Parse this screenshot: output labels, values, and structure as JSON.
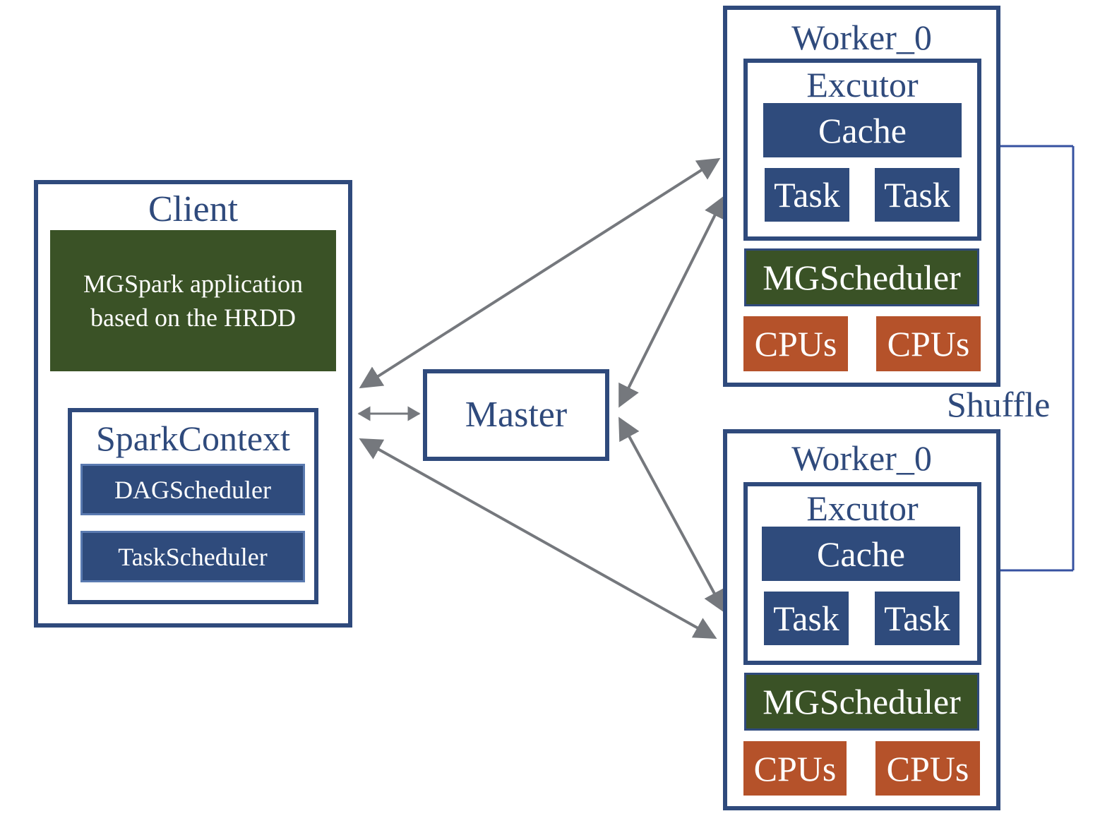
{
  "colors": {
    "navy": "#2f4a7c",
    "blue_box": "#2f4b7c",
    "green_box": "#3a5226",
    "orange_box": "#b5522a",
    "arrow_gray": "#75787d"
  },
  "client": {
    "title": "Client",
    "app_line1": "MGSpark application",
    "app_line2": "based on the HRDD",
    "spark_context": {
      "title": "SparkContext",
      "dag": "DAGScheduler",
      "task_sched": "TaskScheduler"
    }
  },
  "master": {
    "label": "Master"
  },
  "shuffle": {
    "label": "Shuffle"
  },
  "workers": [
    {
      "title": "Worker_0",
      "executor": "Excutor",
      "cache": "Cache",
      "task1": "Task",
      "task2": "Task",
      "scheduler": "MGScheduler",
      "cpu1": "CPUs",
      "cpu2": "CPUs"
    },
    {
      "title": "Worker_0",
      "executor": "Excutor",
      "cache": "Cache",
      "task1": "Task",
      "task2": "Task",
      "scheduler": "MGScheduler",
      "cpu1": "CPUs",
      "cpu2": "CPUs"
    }
  ]
}
